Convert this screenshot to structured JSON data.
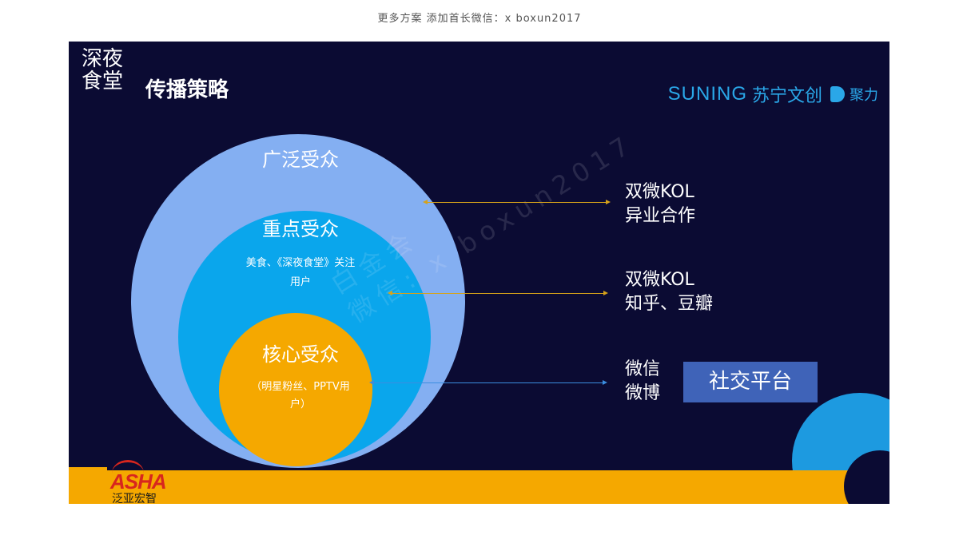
{
  "top_note": "更多方案 添加首长微信：x boxun2017",
  "logo_calligraphy": [
    "深夜",
    "食堂"
  ],
  "slide_title": "传播策略",
  "brand": {
    "suning": "SUNING",
    "cn": "苏宁文创",
    "juli": "聚力"
  },
  "circles": {
    "outer": {
      "title": "广泛受众"
    },
    "middle": {
      "title": "重点受众",
      "desc": "美食、《深夜食堂》关注用户"
    },
    "inner": {
      "title": "核心受众",
      "desc": "（明星粉丝、PPTV用户）"
    }
  },
  "right_items": [
    {
      "line1": "双微KOL",
      "line2": "异业合作"
    },
    {
      "line1": "双微KOL",
      "line2": "知乎、豆瓣"
    },
    {
      "line1": "微信",
      "line2": "微博"
    }
  ],
  "social_box": "社交平台",
  "asha": {
    "logo": "ASHA",
    "sub": "泛亚宏智"
  },
  "watermark": [
    "白金会",
    "微信: x boxun2017"
  ],
  "colors": {
    "background": "#0b0b33",
    "outer": "#84aff2",
    "middle": "#0aa6ec",
    "inner": "#f5a800",
    "brand": "#2aa7e8",
    "accent_box": "#3f63b8"
  }
}
